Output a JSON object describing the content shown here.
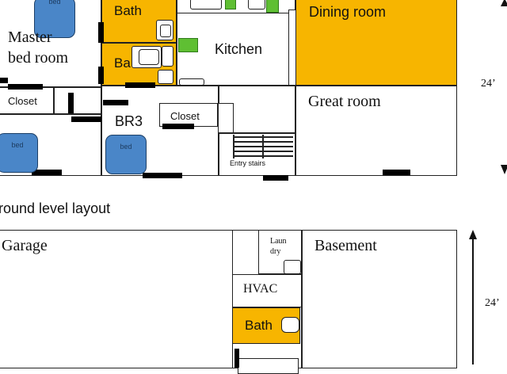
{
  "upper": {
    "rooms": {
      "master_bedroom": "Master\nbed room",
      "bath_top": "Bath",
      "bath_mid": "Ba",
      "kitchen": "Kitchen",
      "dining": "Dining room",
      "great_room": "Great room",
      "closet_left": "Closet",
      "closet_br3": "Closet",
      "br3": "BR3",
      "entry_stairs": "Entry stairs"
    },
    "beds": [
      "bed",
      "bed",
      "bed"
    ],
    "dimension": "24’"
  },
  "caption": "round level layout",
  "lower": {
    "rooms": {
      "garage": "Garage",
      "basement": "Basement",
      "laundry": "Laun\ndry",
      "hvac": "HVAC",
      "bath": "Bath"
    },
    "dimension": "24’"
  },
  "colors": {
    "orange": "#f7b500",
    "bed_blue": "#4a86c8",
    "window_green": "#5fbf33"
  }
}
